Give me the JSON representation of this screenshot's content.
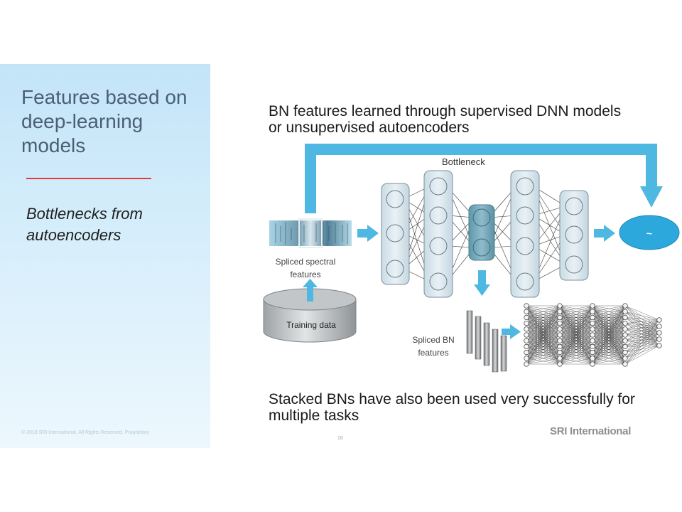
{
  "sidebar": {
    "title": "Features based on deep-learning models",
    "subtitle": "Bottlenecks from autoencoders",
    "copyright": "© 2018 SRI International. All Rights Reserved. Proprietary"
  },
  "main": {
    "heading": "BN features learned through supervised DNN models or unsupervised autoencoders",
    "bottom_text": "Stacked BNs have also been used very successfully for multiple tasks"
  },
  "diagram": {
    "bottleneck_label": "Bottleneck",
    "spectral_label_line1": "Spliced spectral",
    "spectral_label_line2": "features",
    "training_data_label": "Training data",
    "output_symbol": "~",
    "spliced_bn_line1": "Spliced BN",
    "spliced_bn_line2": "features"
  },
  "footer": {
    "slide_number": "16",
    "logo_text": "SRI International"
  },
  "colors": {
    "arrow": "#4fb8e2",
    "output_node": "#2da8dc",
    "bottleneck": "#6aa2b5",
    "accent_rule": "#e23a3a"
  }
}
